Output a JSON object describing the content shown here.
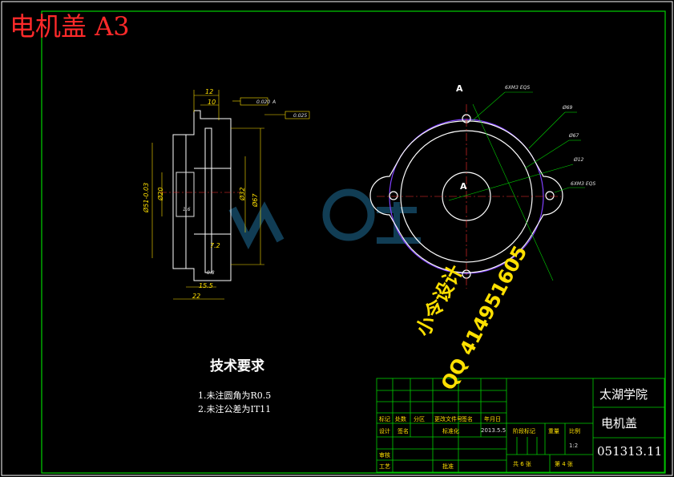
{
  "drawing": {
    "title": "电机盖 A3",
    "tech_req_title": "技术要求",
    "tech_req": [
      "1.未注圆角为R0.5",
      "2.未注公差为IT11"
    ],
    "watermark_text": "小令设计",
    "watermark_qq": "QQ 414951605",
    "colors": {
      "frame": "#00d000",
      "title": "#ff2a2a",
      "dimension": "#ffe000",
      "outline": "#ffffff",
      "centerline": "#ff3030",
      "hidden": "#8040ff"
    }
  },
  "side_view": {
    "dims": {
      "top1": "12",
      "top2": "10",
      "b1": "15.5",
      "b2": "22",
      "mid": "7.2",
      "v1": "Ø51-0.03",
      "v2": "Ø20",
      "v3": "Ø32",
      "v4": "Ø67",
      "small1": "1.6",
      "small2": "0.8"
    },
    "gdt": {
      "flat": "0.020",
      "runout": "0.025",
      "datum": "A"
    }
  },
  "front_view": {
    "section_label": "A",
    "center_label": "A",
    "callouts": [
      "6XM3 EQS",
      "Ø69",
      "Ø67",
      "Ø12",
      "6XM3 EQS"
    ]
  },
  "title_block": {
    "school": "太湖学院",
    "part_name": "电机盖",
    "drawing_no": "051313.11",
    "rows": {
      "r1": [
        "标记",
        "处数",
        "分区",
        "更改文件号",
        "签名",
        "年月日"
      ],
      "r2": [
        "设计",
        "签名",
        "标准化",
        "2013.5.5",
        "阶段标记",
        "重量",
        "比例"
      ],
      "scale": "1:2",
      "r3": [
        "审核"
      ],
      "r4": [
        "工艺",
        "批准",
        "共 6 张",
        "第 4 张"
      ]
    }
  }
}
